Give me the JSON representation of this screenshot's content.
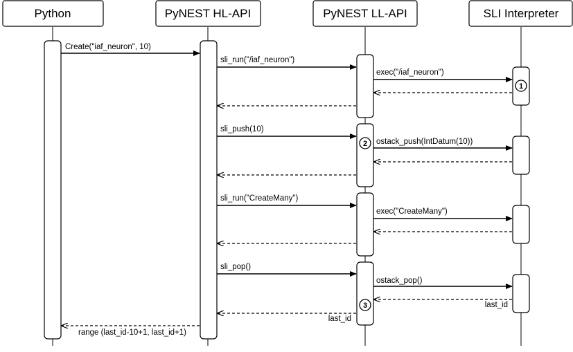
{
  "participants": [
    "Python",
    "PyNEST HL-API",
    "PyNEST LL-API",
    "SLI Interpreter"
  ],
  "messages": [
    {
      "label": "Create(\"iaf_neuron\", 10)"
    },
    {
      "label": "sli_run(\"/iaf_neuron\")"
    },
    {
      "label": "exec(\"/iaf_neuron\")"
    },
    {
      "label": "sli_push(10)"
    },
    {
      "label": "ostack_push(IntDatum(10))"
    },
    {
      "label": "sli_run(\"CreateMany\")"
    },
    {
      "label": "exec(\"CreateMany\")"
    },
    {
      "label": "sli_pop()"
    },
    {
      "label": "ostack_pop()"
    },
    {
      "label": "last_id"
    },
    {
      "label": "last_id"
    },
    {
      "label": "range (last_id-10+1, last_id+1)"
    }
  ],
  "markers": [
    "1",
    "2",
    "3"
  ]
}
